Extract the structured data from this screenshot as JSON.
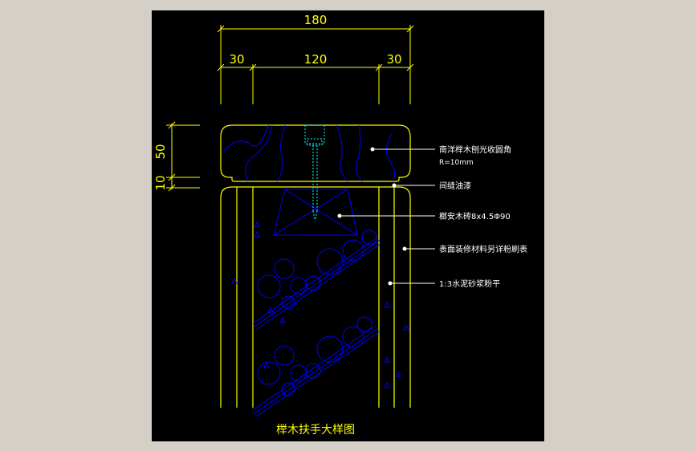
{
  "title": "榉木扶手大样图",
  "dimensions": {
    "overall_width": "180",
    "left_offset": "30",
    "middle": "120",
    "right_offset": "30",
    "cap_height": "50",
    "gap_height": "10"
  },
  "annotations": {
    "cap": "南洋榉木刨光收圆角",
    "cap_radius": "R=10mm",
    "joint": "间缝油漆",
    "screw": "榔安木砖8x4.5Φ90",
    "finish": "表面装修材料另详粉刷表",
    "plaster": "1:3水泥砂浆粉平"
  },
  "colors": {
    "background": "#000000",
    "dimension": "#ffff00",
    "outline": "#ffff00",
    "hatch": "#0000ff",
    "note": "#ffffff",
    "screw": "#00ffff",
    "window": "#d4d0c8"
  }
}
